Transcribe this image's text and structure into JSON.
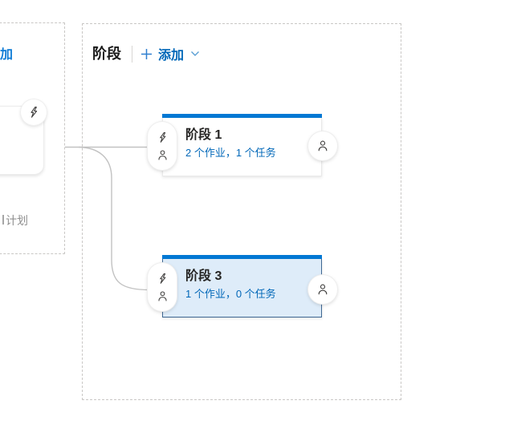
{
  "colors": {
    "accent_blue": "#0078d4",
    "link_blue": "#0067b8",
    "selected_stage_bg": "#deecf9",
    "selected_stage_border": "#3f6893",
    "dashed_border": "#c9c7c5",
    "connector_line": "#c2c2c2",
    "muted_text": "#8f8f8f",
    "title_text": "#252423"
  },
  "left_panel": {
    "add_label_partial": "加",
    "schedule_label": "计划"
  },
  "stages_panel": {
    "header": {
      "title": "阶段",
      "add_label": "添加"
    },
    "stages": [
      {
        "name": "阶段 1",
        "summary": "2 个作业，1 个任务",
        "selected": false
      },
      {
        "name": "阶段 3",
        "summary": "1 个作业，0 个任务",
        "selected": true
      }
    ]
  },
  "icons": {
    "lightning": "trigger-lightning-icon",
    "person": "approvals-person-icon",
    "plus": "add-plus-icon",
    "chevron": "chevron-down-icon"
  }
}
